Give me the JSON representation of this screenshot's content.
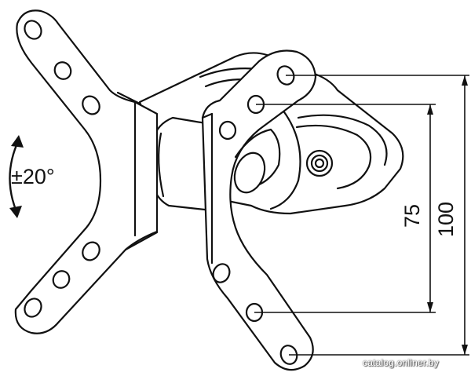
{
  "diagram": {
    "tilt_label": "±20°",
    "dimension_inner": "75",
    "dimension_outer": "100",
    "watermark": "catalog.onliner.by"
  }
}
